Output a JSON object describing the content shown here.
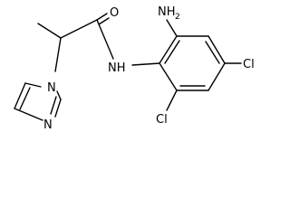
{
  "molecule": {
    "atoms": {
      "oxygen": "O",
      "amine": "NH",
      "amine_sub": "2",
      "amide_nh": "NH",
      "cl_right": "Cl",
      "cl_bottom": "Cl",
      "n_imidazole_1": "N",
      "n_imidazole_3": "N"
    }
  },
  "colors": {
    "bond": "#000000",
    "text": "#000000",
    "background": "#ffffff"
  }
}
